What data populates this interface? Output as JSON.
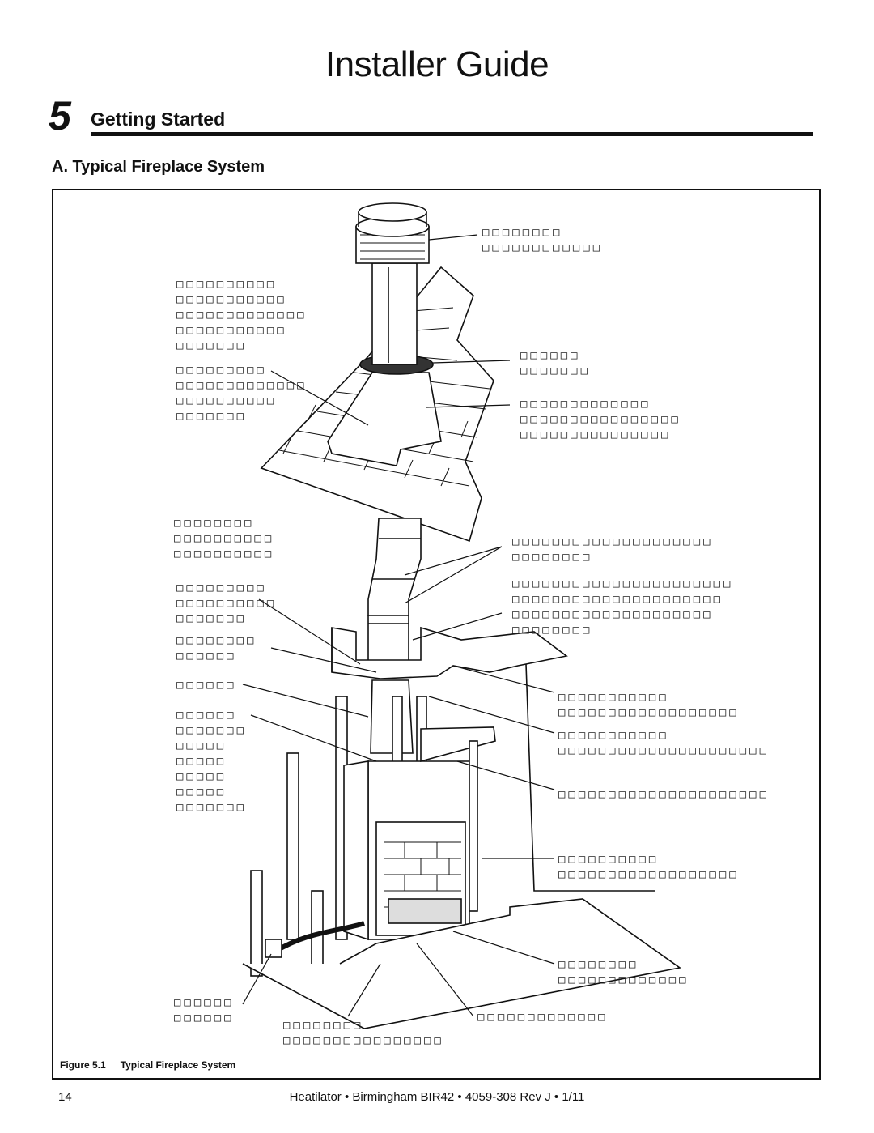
{
  "page": {
    "title": "Installer Guide",
    "section_number": "5",
    "section_title": "Getting Started",
    "subheading": "A. Typical Fireplace System",
    "figure_number": "Figure 5.1",
    "figure_caption": "Typical Fireplace System",
    "page_number": "14",
    "footer": "Heatilator • Birmingham BIR42 • 4059-308 Rev J • 1/11"
  },
  "diagram": {
    "labels_illegible": true,
    "line_color": "#111111"
  }
}
